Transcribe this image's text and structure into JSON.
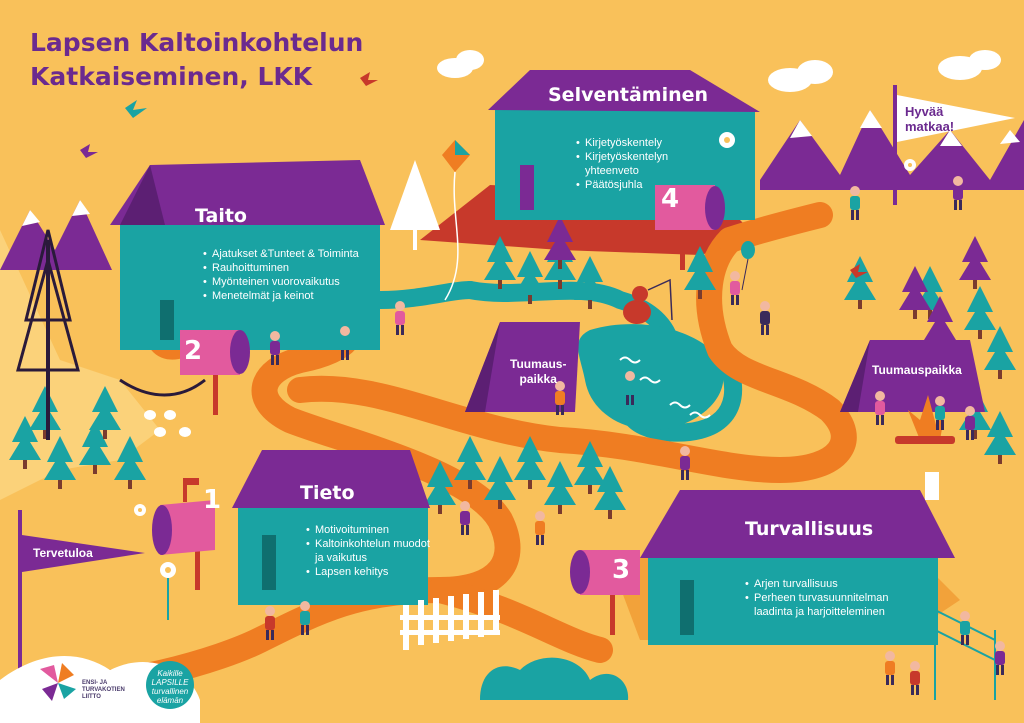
{
  "title": {
    "line1": "Lapsen Kaltoinkohtelun",
    "line2": "Katkaiseminen, LKK"
  },
  "stations": [
    {
      "number": "1",
      "name": "Tieto",
      "items": [
        "Motivoituminen",
        "Kaltoinkohtelun muodot ja vaikutus",
        "Lapsen kehitys"
      ]
    },
    {
      "number": "2",
      "name": "Taito",
      "items": [
        "Ajatukset &Tunteet & Toiminta",
        "Rauhoittuminen",
        "Myönteinen vuorovaikutus",
        "Menetelmät ja keinot"
      ]
    },
    {
      "number": "3",
      "name": "Turvallisuus",
      "items": [
        "Arjen turvallisuus",
        "Perheen turvasuunnitelman laadinta ja harjoitteleminen"
      ]
    },
    {
      "number": "4",
      "name": "Selventäminen",
      "items": [
        "Kirjetyöskentely",
        "Kirjetyöskentelyn yhteenveto",
        "Päätösjuhla"
      ]
    }
  ],
  "tents": {
    "left": "Tuumaus-\npaikka",
    "right": "Tuumauspaikka"
  },
  "flags": {
    "start": "Tervetuloa",
    "end": "Hyvää\nmatkaa!"
  },
  "logos": {
    "org": "ENSI- JA\nTURVAKOTIEN\nLIITTO",
    "badge": "Kaikille\nLAPSILLE\nturvallinen\nelämän"
  },
  "colors": {
    "background": "#f9c15a",
    "purple": "#7b2a94",
    "teal": "#1aa3a3",
    "path": "#ef7d22",
    "pink": "#e25a9e"
  }
}
